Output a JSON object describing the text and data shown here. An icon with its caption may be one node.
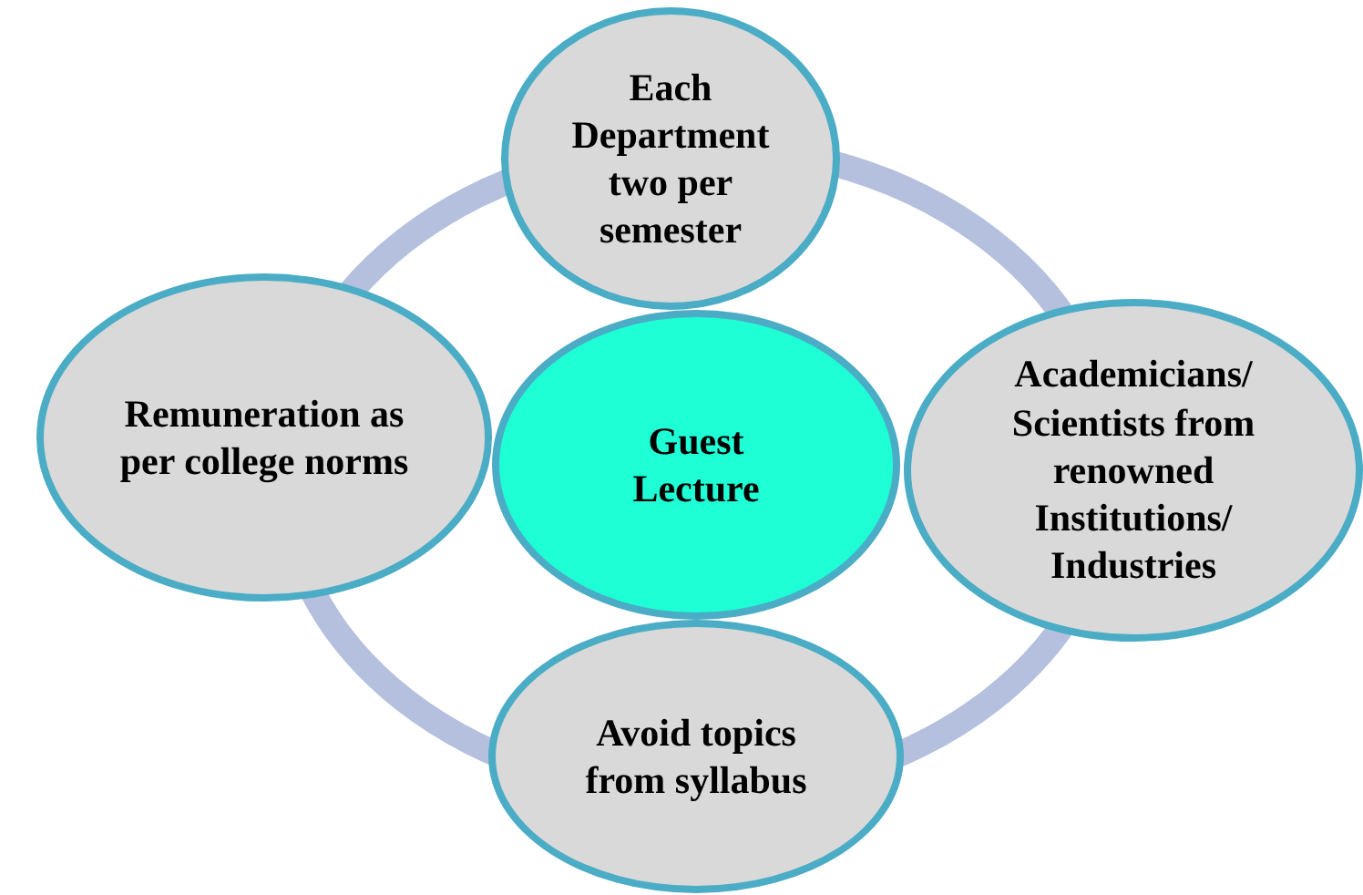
{
  "diagram": {
    "nodes": [
      {
        "text": [
          "Each Department two per semester"
        ]
      },
      {
        "text": [
          "Remuneration as per college norms"
        ]
      },
      {
        "text": [
          "Guest Lecture"
        ]
      },
      {
        "text": [
          "Academicians/ Scientists from renowned Institutions/ Industries"
        ]
      },
      {
        "text": [
          "Avoid topics from syllabus"
        ]
      }
    ]
  }
}
